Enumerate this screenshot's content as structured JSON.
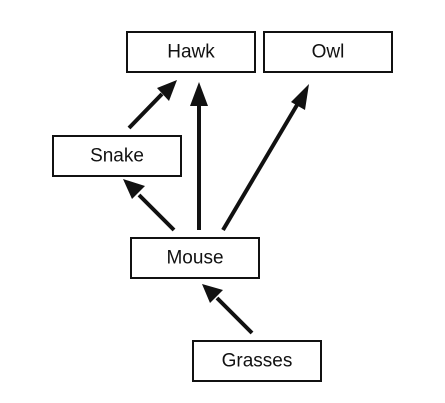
{
  "diagram": {
    "type": "food-web",
    "nodes": {
      "hawk": "Hawk",
      "owl": "Owl",
      "snake": "Snake",
      "mouse": "Mouse",
      "grasses": "Grasses"
    },
    "edges": [
      {
        "from": "grasses",
        "to": "mouse"
      },
      {
        "from": "mouse",
        "to": "snake"
      },
      {
        "from": "mouse",
        "to": "hawk"
      },
      {
        "from": "mouse",
        "to": "owl"
      },
      {
        "from": "snake",
        "to": "hawk"
      }
    ]
  }
}
